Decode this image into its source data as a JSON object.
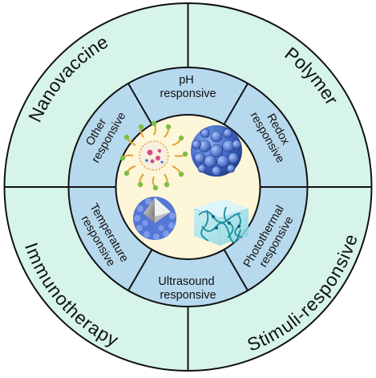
{
  "outer_ring": {
    "fill": "#d6f4ea",
    "labels": [
      "Nanovaccine",
      "Polymer",
      "Immunotherapy",
      "Stimuli-responsive"
    ]
  },
  "middle_ring": {
    "fill": "#b7d9ee",
    "segments": [
      {
        "lines": [
          "pH",
          "responsive"
        ]
      },
      {
        "lines": [
          "Redox",
          "responsive"
        ]
      },
      {
        "lines": [
          "Photothermal",
          "responsive"
        ]
      },
      {
        "lines": [
          "Ultrasound",
          "responsive"
        ]
      },
      {
        "lines": [
          "Temperature",
          "responsive"
        ]
      },
      {
        "lines": [
          "Other",
          "responsive"
        ]
      }
    ]
  },
  "center": {
    "fill": "#fdf6d8",
    "illustrations": [
      "micelle-icon",
      "virus-like-nanoparticle-icon",
      "cutaway-nanosphere-icon",
      "hydrogel-network-icon"
    ]
  }
}
